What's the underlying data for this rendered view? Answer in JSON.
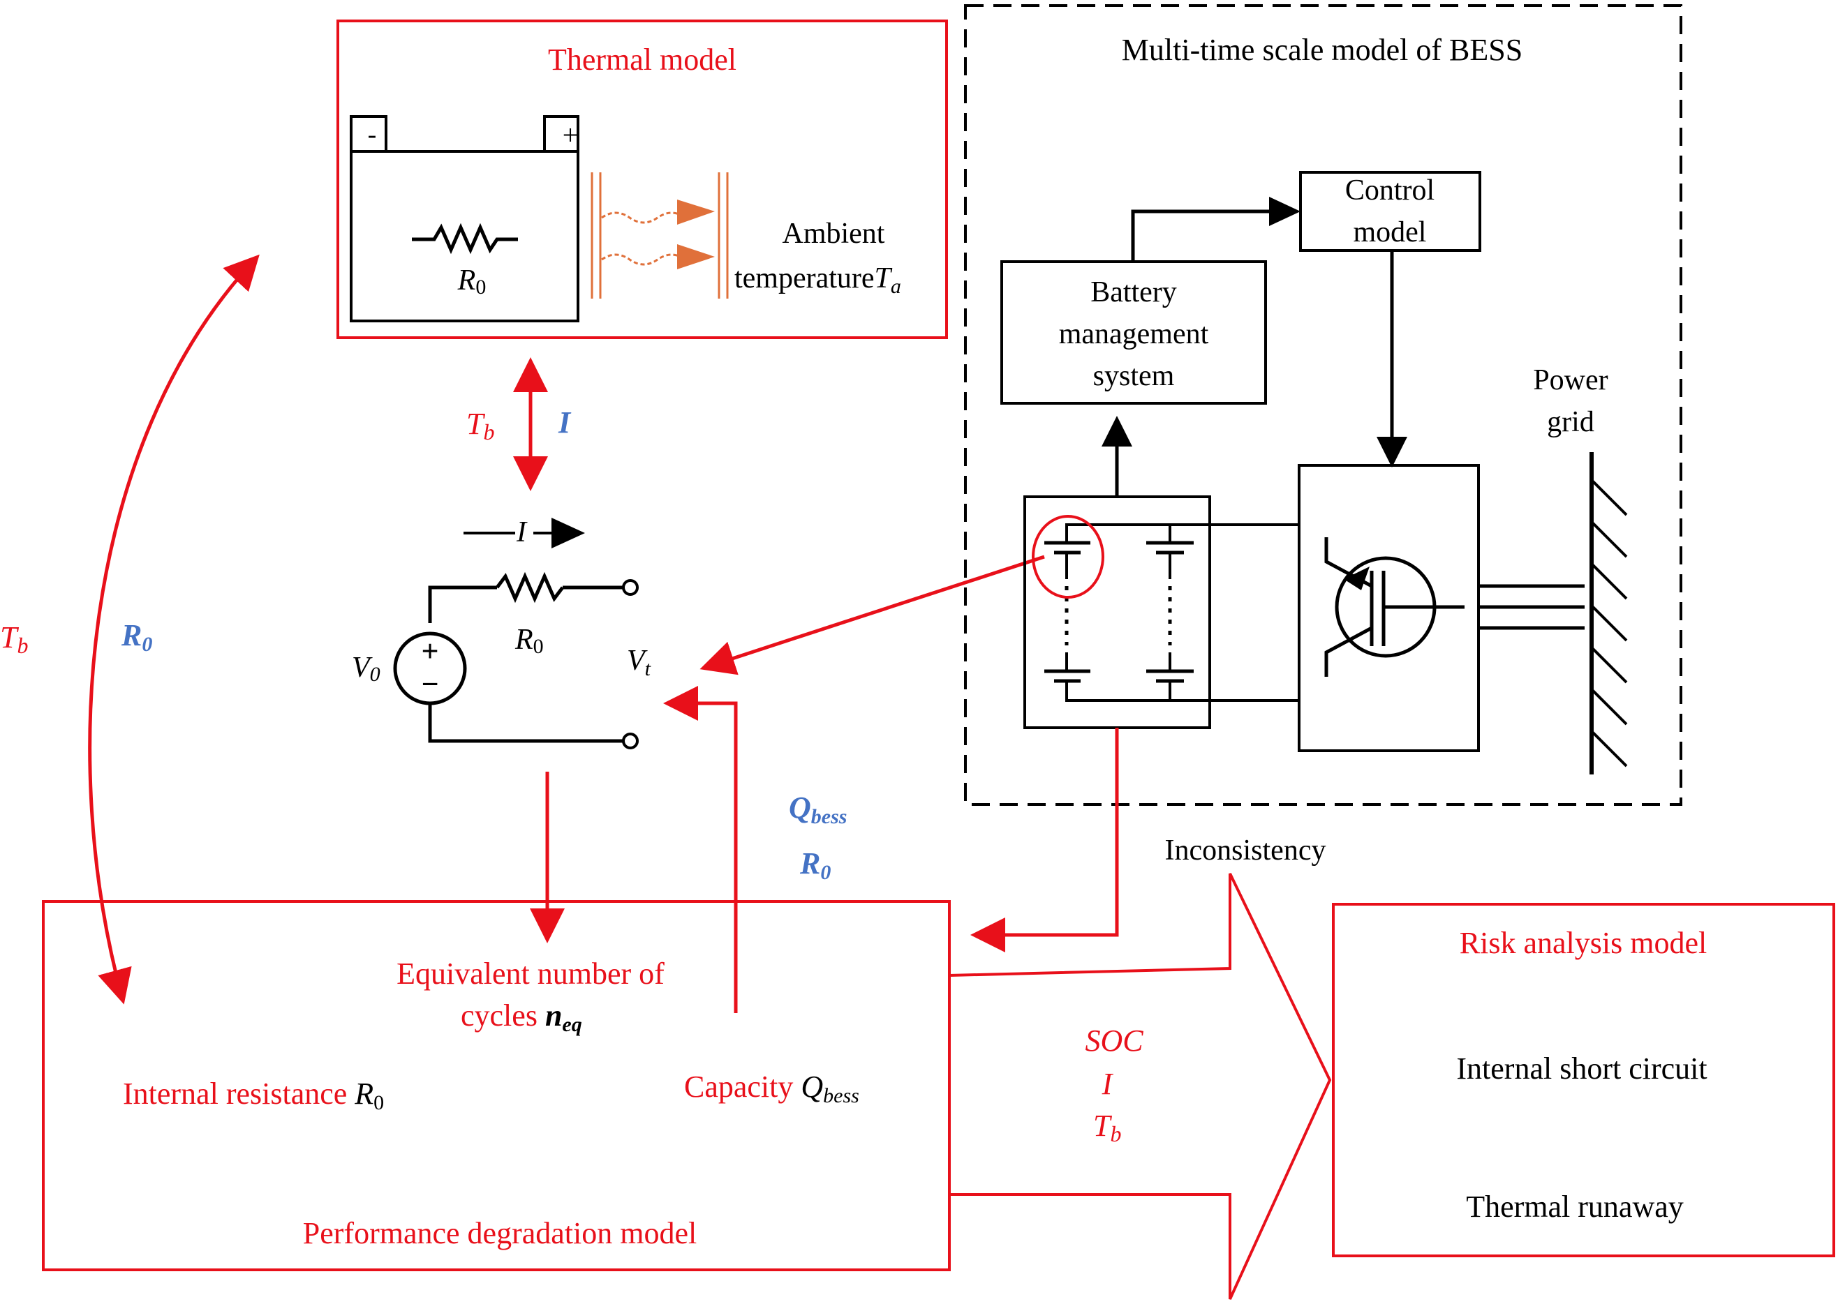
{
  "colors": {
    "red": "#e8101a",
    "blue": "#4472c4",
    "black": "#000000",
    "orange": "#e0703a"
  },
  "thermal_model": {
    "title": "Thermal model",
    "battery_minus": "-",
    "battery_plus": "+",
    "resistor_label": "R",
    "resistor_sub": "0",
    "ambient_line1": "Ambient",
    "ambient_line2": "temperature",
    "ambient_symbol": "T",
    "ambient_sub": "a"
  },
  "bess_model": {
    "title": "Multi-time scale model of BESS",
    "bms_line1": "Battery",
    "bms_line2": "management",
    "bms_line3": "system",
    "control_line1": "Control",
    "control_line2": "model",
    "power_line1": "Power",
    "power_line2": "grid"
  },
  "circuit": {
    "tb_symbol": "T",
    "tb_sub": "b",
    "current_label": "I",
    "current_arrow_label": "I",
    "r0_symbol": "R",
    "r0_sub": "0",
    "v0_symbol": "V",
    "v0_sub": "0",
    "vt_symbol": "V",
    "vt_sub": "t",
    "plus": "+",
    "minus": "−"
  },
  "left_feedback": {
    "tb_symbol": "T",
    "tb_sub": "b",
    "r0_symbol": "R",
    "r0_sub": "0"
  },
  "feedback_labels": {
    "q_symbol": "Q",
    "q_sub": "bess",
    "r0_symbol": "R",
    "r0_sub": "0",
    "inconsistency": "Inconsistency"
  },
  "degradation_model": {
    "title": "Performance degradation  model",
    "cycles_line1": "Equivalent number of",
    "cycles_line2": "cycles ",
    "cycles_symbol": "n",
    "cycles_sub": "eq",
    "resistance_label": "Internal resistance ",
    "resistance_symbol": "R",
    "resistance_sub": "0",
    "capacity_label": "Capacity ",
    "capacity_symbol": "Q",
    "capacity_sub": "bess"
  },
  "arrow_labels": {
    "soc": "SOC",
    "current": "I",
    "tb_symbol": "T",
    "tb_sub": "b"
  },
  "risk_model": {
    "title": "Risk analysis model",
    "item1": "Internal short circuit",
    "item2": "Thermal runaway"
  }
}
